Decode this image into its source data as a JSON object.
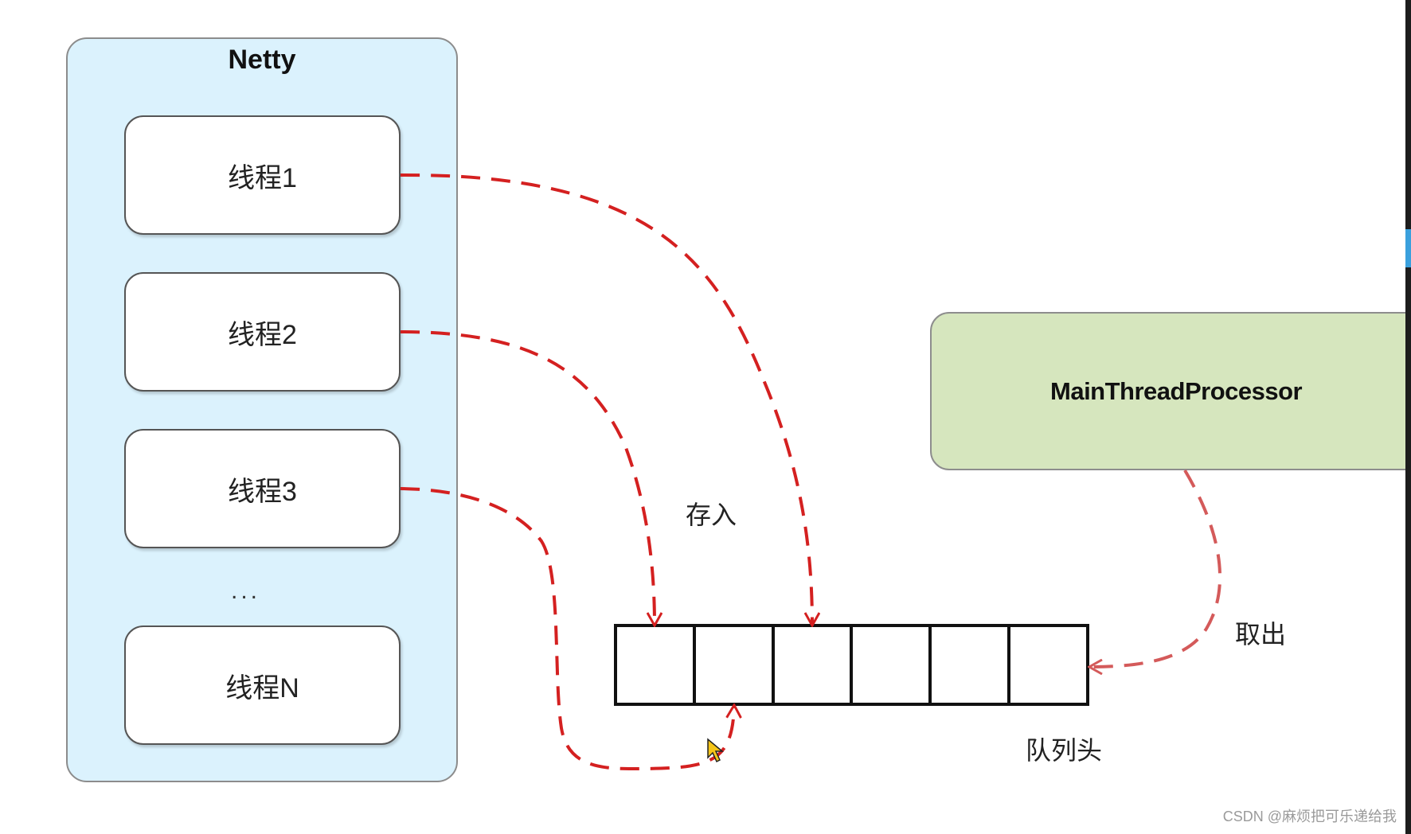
{
  "netty": {
    "title": "Netty",
    "threads": [
      "线程1",
      "线程2",
      "线程3",
      "线程N"
    ],
    "ellipsis": "..."
  },
  "processor": {
    "label": "MainThreadProcessor"
  },
  "labels": {
    "store": "存入",
    "take": "取出",
    "queue_head": "队列头"
  },
  "queue": {
    "cells": 6
  },
  "watermark": "CSDN @麻烦把可乐递给我",
  "colors": {
    "netty_fill": "#dbf2fd",
    "processor_fill": "#d6e6be",
    "arrow_red": "#d42020",
    "arrow_take": "#d45a5a"
  }
}
